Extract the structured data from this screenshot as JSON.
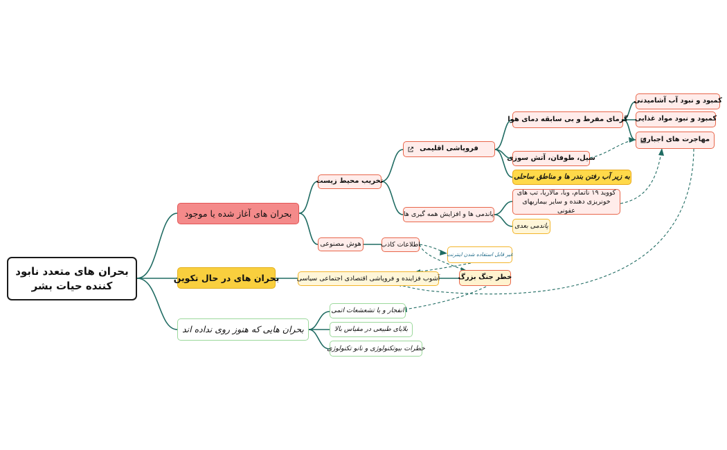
{
  "root": "بحران های متعدد نابود کننده حیات بشر",
  "branches": {
    "existing": "بحران های آغاز شده یا موجود",
    "forming": "بحران های در حال تکوین",
    "not_yet": "بحران هایی که هنوز روی نداده اند"
  },
  "nodes": {
    "environment": "تخریب محیط زیست",
    "ai": "هوش مصنوعی",
    "climate": "فروپاشی اقلیمی",
    "pandemics": "پاندمی ها و افزایش همه گیری ها",
    "heat": "گرمای مفرط و بی سابقه دمای هوا",
    "floods": "سیل، طوفان، آتش سوزی",
    "ports": "به زیر آب رفتن بندر ها و مناطق ساحلی",
    "covid": "کووید ۱۹ ناتمام، وبا، مالاریا، تب های خونریزی دهنده و سایر بیماریهای عفونی",
    "next_pandemic": "پاندمی بعدی",
    "water": "کمبود و نبود آب آشامیدنی",
    "food": "کمبود و نبود مواد غذایی",
    "migration": "مهاجرت های اجباری",
    "misinfo": "اطلاعات کاذب",
    "internet": "غیر قابل استفاده شدن اینترنت",
    "war": "خطر جنگ بزرگ",
    "turmoil": "آشوب فزاینده و فروپاشی اقتصادی اجتماعی سیاسی",
    "nuclear": "انفجار و یا تشعشعات اتمی",
    "disasters": "بلایای طبیعی در مقیاس بالا",
    "biotech": "خطرات بیوتکنولوژی و نانو تکنولوژی"
  },
  "icons": {
    "link": "external-link-icon"
  },
  "colors": {
    "connector": "#1f6b62",
    "existing": "#f48a8a",
    "forming": "#f9cf3e",
    "not_yet": "#9bd89b",
    "accent_orange": "#e8664a"
  }
}
